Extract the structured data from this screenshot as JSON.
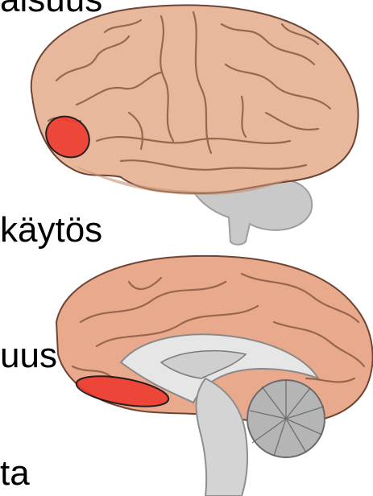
{
  "text_fragments": {
    "top": "aisuus",
    "kaytos": "käytös",
    "uus": "uus",
    "ta": "ta"
  },
  "colors": {
    "cortex": "#e7b89b",
    "cortex_shadow": "#c48f73",
    "sulci": "#8a5a45",
    "cerebellum_gray": "#b9b9b9",
    "medial_cortex": "#e9a98c",
    "highlight_red": "#ee3b2f"
  },
  "icons": {
    "lateral_brain": "lateral-brain-illustration",
    "medial_brain": "medial-brain-illustration"
  }
}
